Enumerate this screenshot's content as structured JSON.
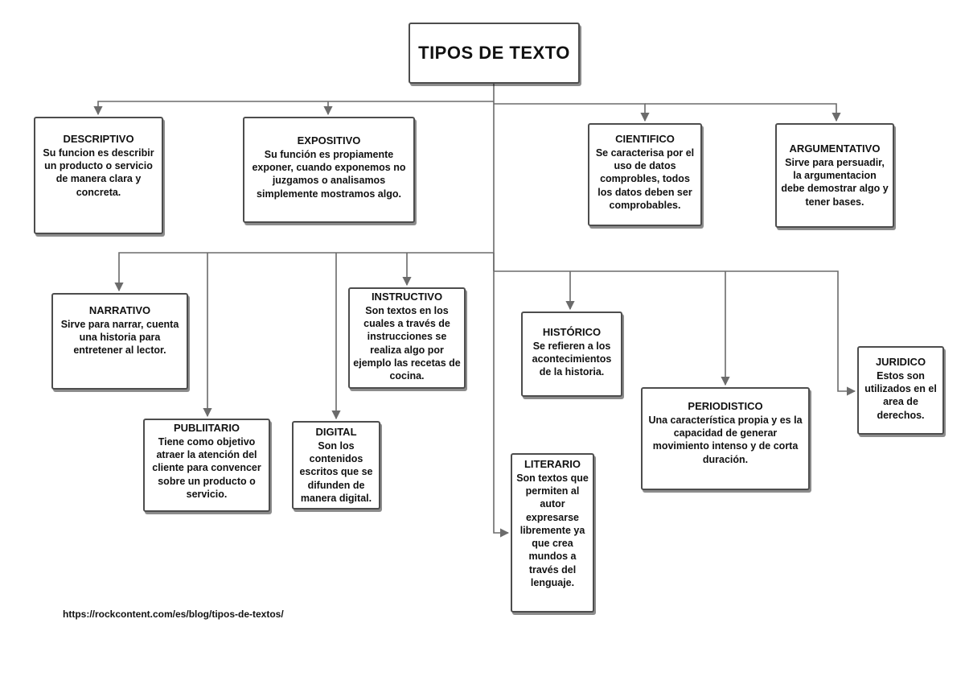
{
  "title": "TIPOS DE TEXTO",
  "nodes": {
    "descriptivo": {
      "title": "DESCRIPTIVO",
      "text": "Su funcion es describir un producto o servicio de manera clara y concreta."
    },
    "expositivo": {
      "title": "EXPOSITIVO",
      "text": "Su función es propiamente exponer, cuando exponemos no juzgamos o analisamos simplemente mostramos algo."
    },
    "cientifico": {
      "title": "CIENTIFICO",
      "text": "Se caracterisa por el uso de datos comprobles, todos los datos deben ser comprobables."
    },
    "argumentativo": {
      "title": "ARGUMENTATIVO",
      "text": "Sirve para persuadir, la argumentacion debe demostrar algo y tener bases."
    },
    "narrativo": {
      "title": "NARRATIVO",
      "text": "Sirve para narrar, cuenta una historia para entretener al lector."
    },
    "instructivo": {
      "title": "INSTRUCTIVO",
      "text": "Son textos en los cuales a través de instrucciones se realiza algo por ejemplo las recetas de cocina."
    },
    "historico": {
      "title": "HISTÓRICO",
      "text": "Se refieren a los acontecimientos de la historia."
    },
    "juridico": {
      "title": "JURIDICO",
      "text": "Estos son utilizados en el area de derechos."
    },
    "publicitario": {
      "title": "PUBLIITARIO",
      "text": "Tiene como objetivo atraer la atención del cliente para convencer sobre un producto o servicio."
    },
    "digital": {
      "title": "DIGITAL",
      "text": "Son los contenidos escritos que se difunden de manera digital."
    },
    "periodistico": {
      "title": "PERIODISTICO",
      "text": "Una característica propia y es la capacidad de generar movimiento intenso y de corta duración."
    },
    "literario": {
      "title": "LITERARIO",
      "text": "Son textos que permiten al autor expresarse libremente ya que crea mundos a través del lenguaje."
    }
  },
  "source": "https://rockcontent.com/es/blog/tipos-de-textos/",
  "colors": {
    "line": "#6b6b6b",
    "border": "#4d4d4d"
  }
}
